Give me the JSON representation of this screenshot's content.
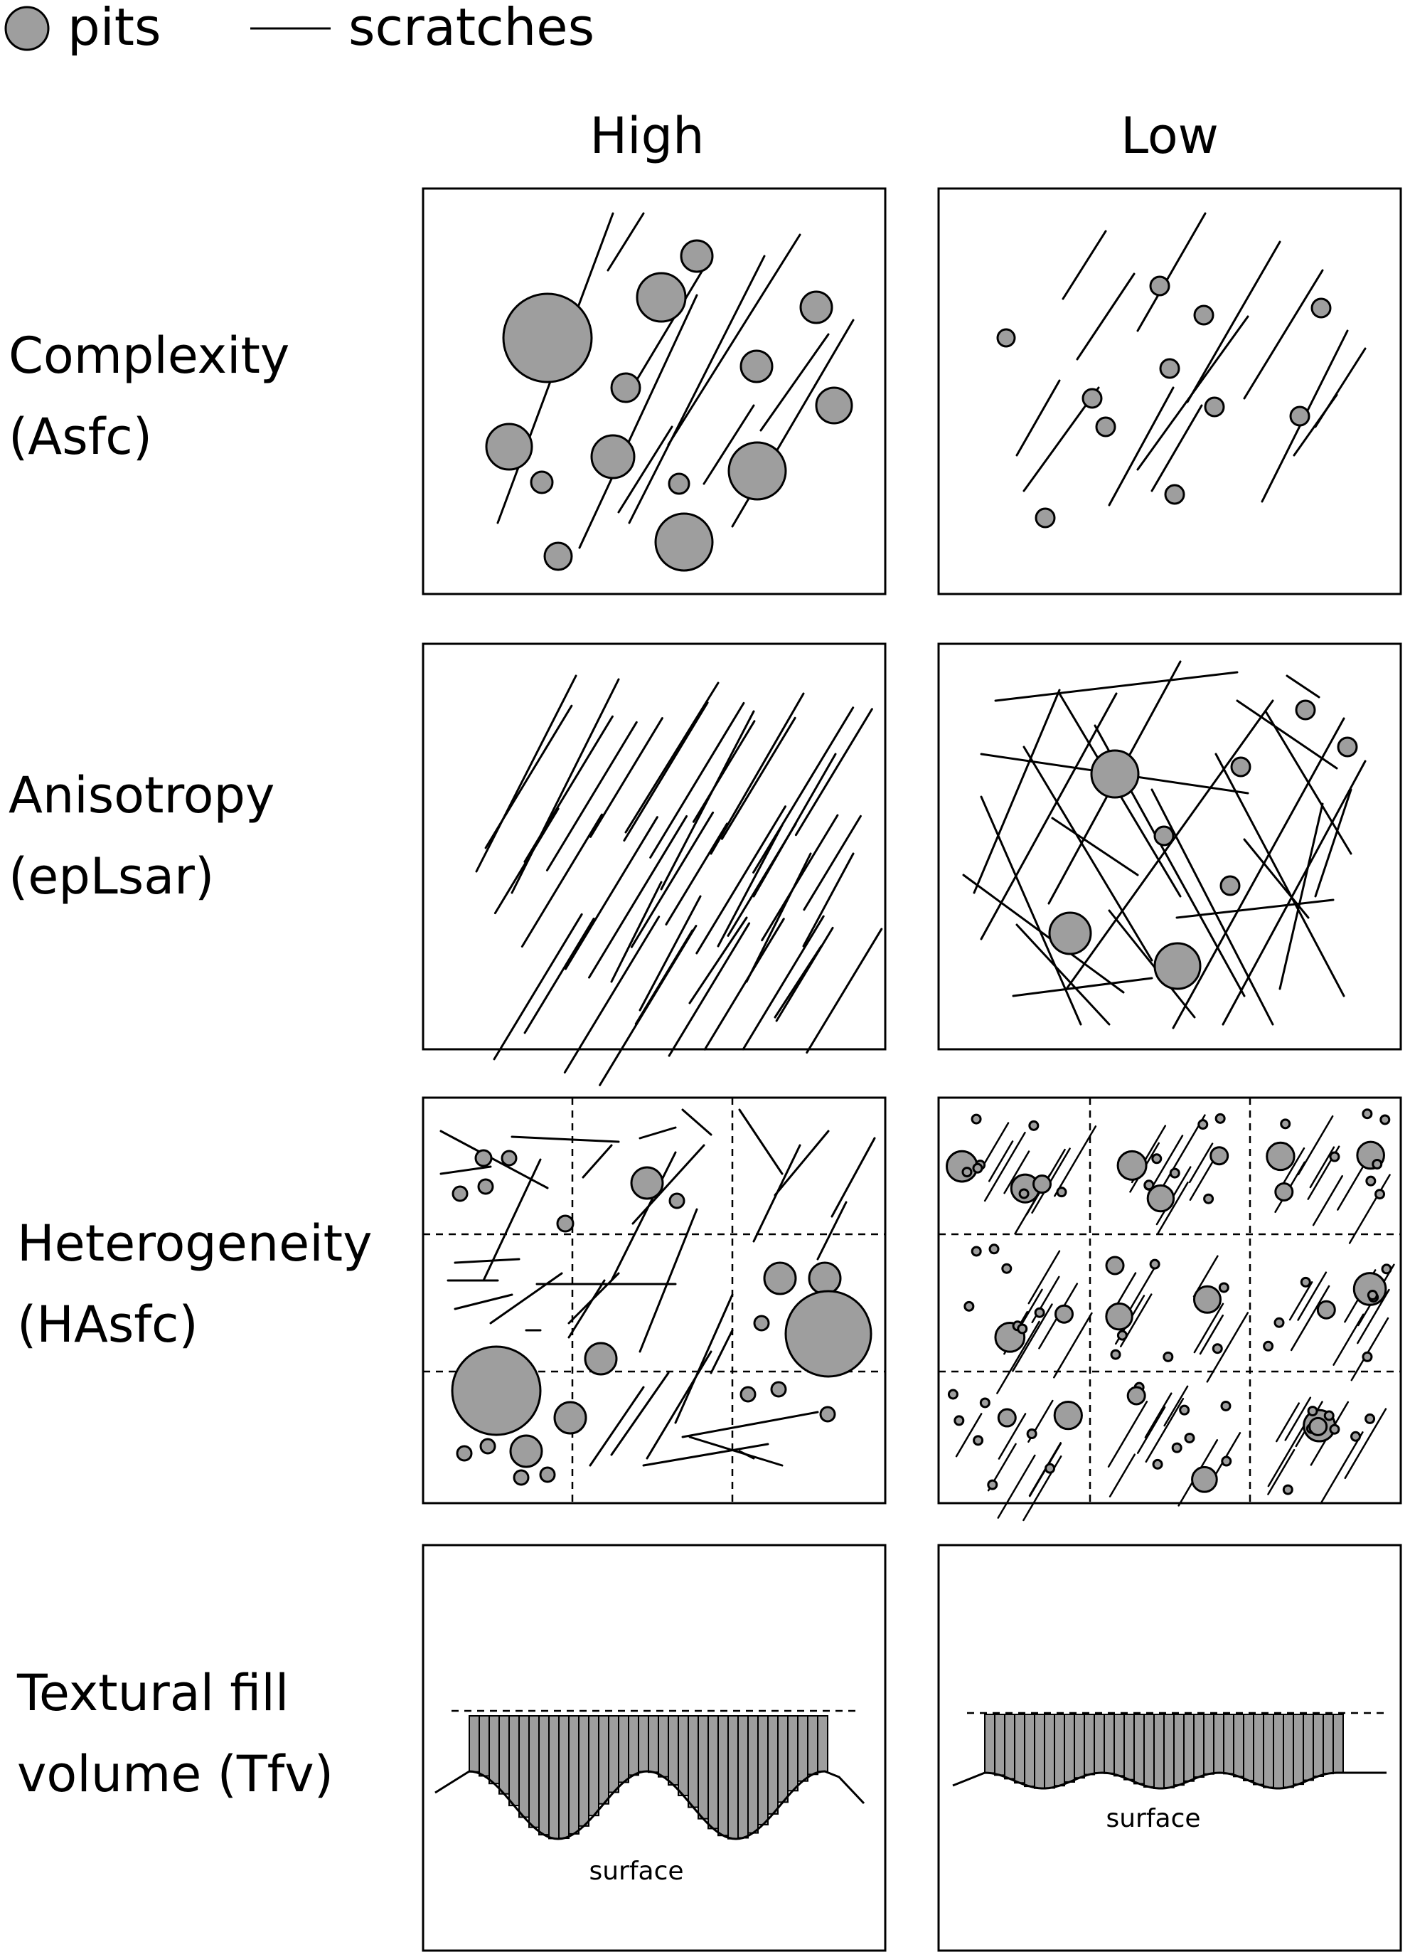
{
  "legend": {
    "pits_label": "pits",
    "scratches_label": "scratches"
  },
  "columns": {
    "high": "High",
    "low": "Low"
  },
  "rows": [
    {
      "line1": "Complexity",
      "line2": "(Asfc)"
    },
    {
      "line1": "Anisotropy",
      "line2": "(epLsar)"
    },
    {
      "line1": "Heterogeneity",
      "line2": "(HAsfc)"
    },
    {
      "line1": "Textural fill",
      "line2": "volume (Tfv)"
    }
  ],
  "tfv": {
    "surface_label_high": "surface",
    "surface_label_low": "surface"
  },
  "colors": {
    "pit_fill": "#9e9e9e",
    "stroke": "#000000",
    "background": "#ffffff"
  }
}
